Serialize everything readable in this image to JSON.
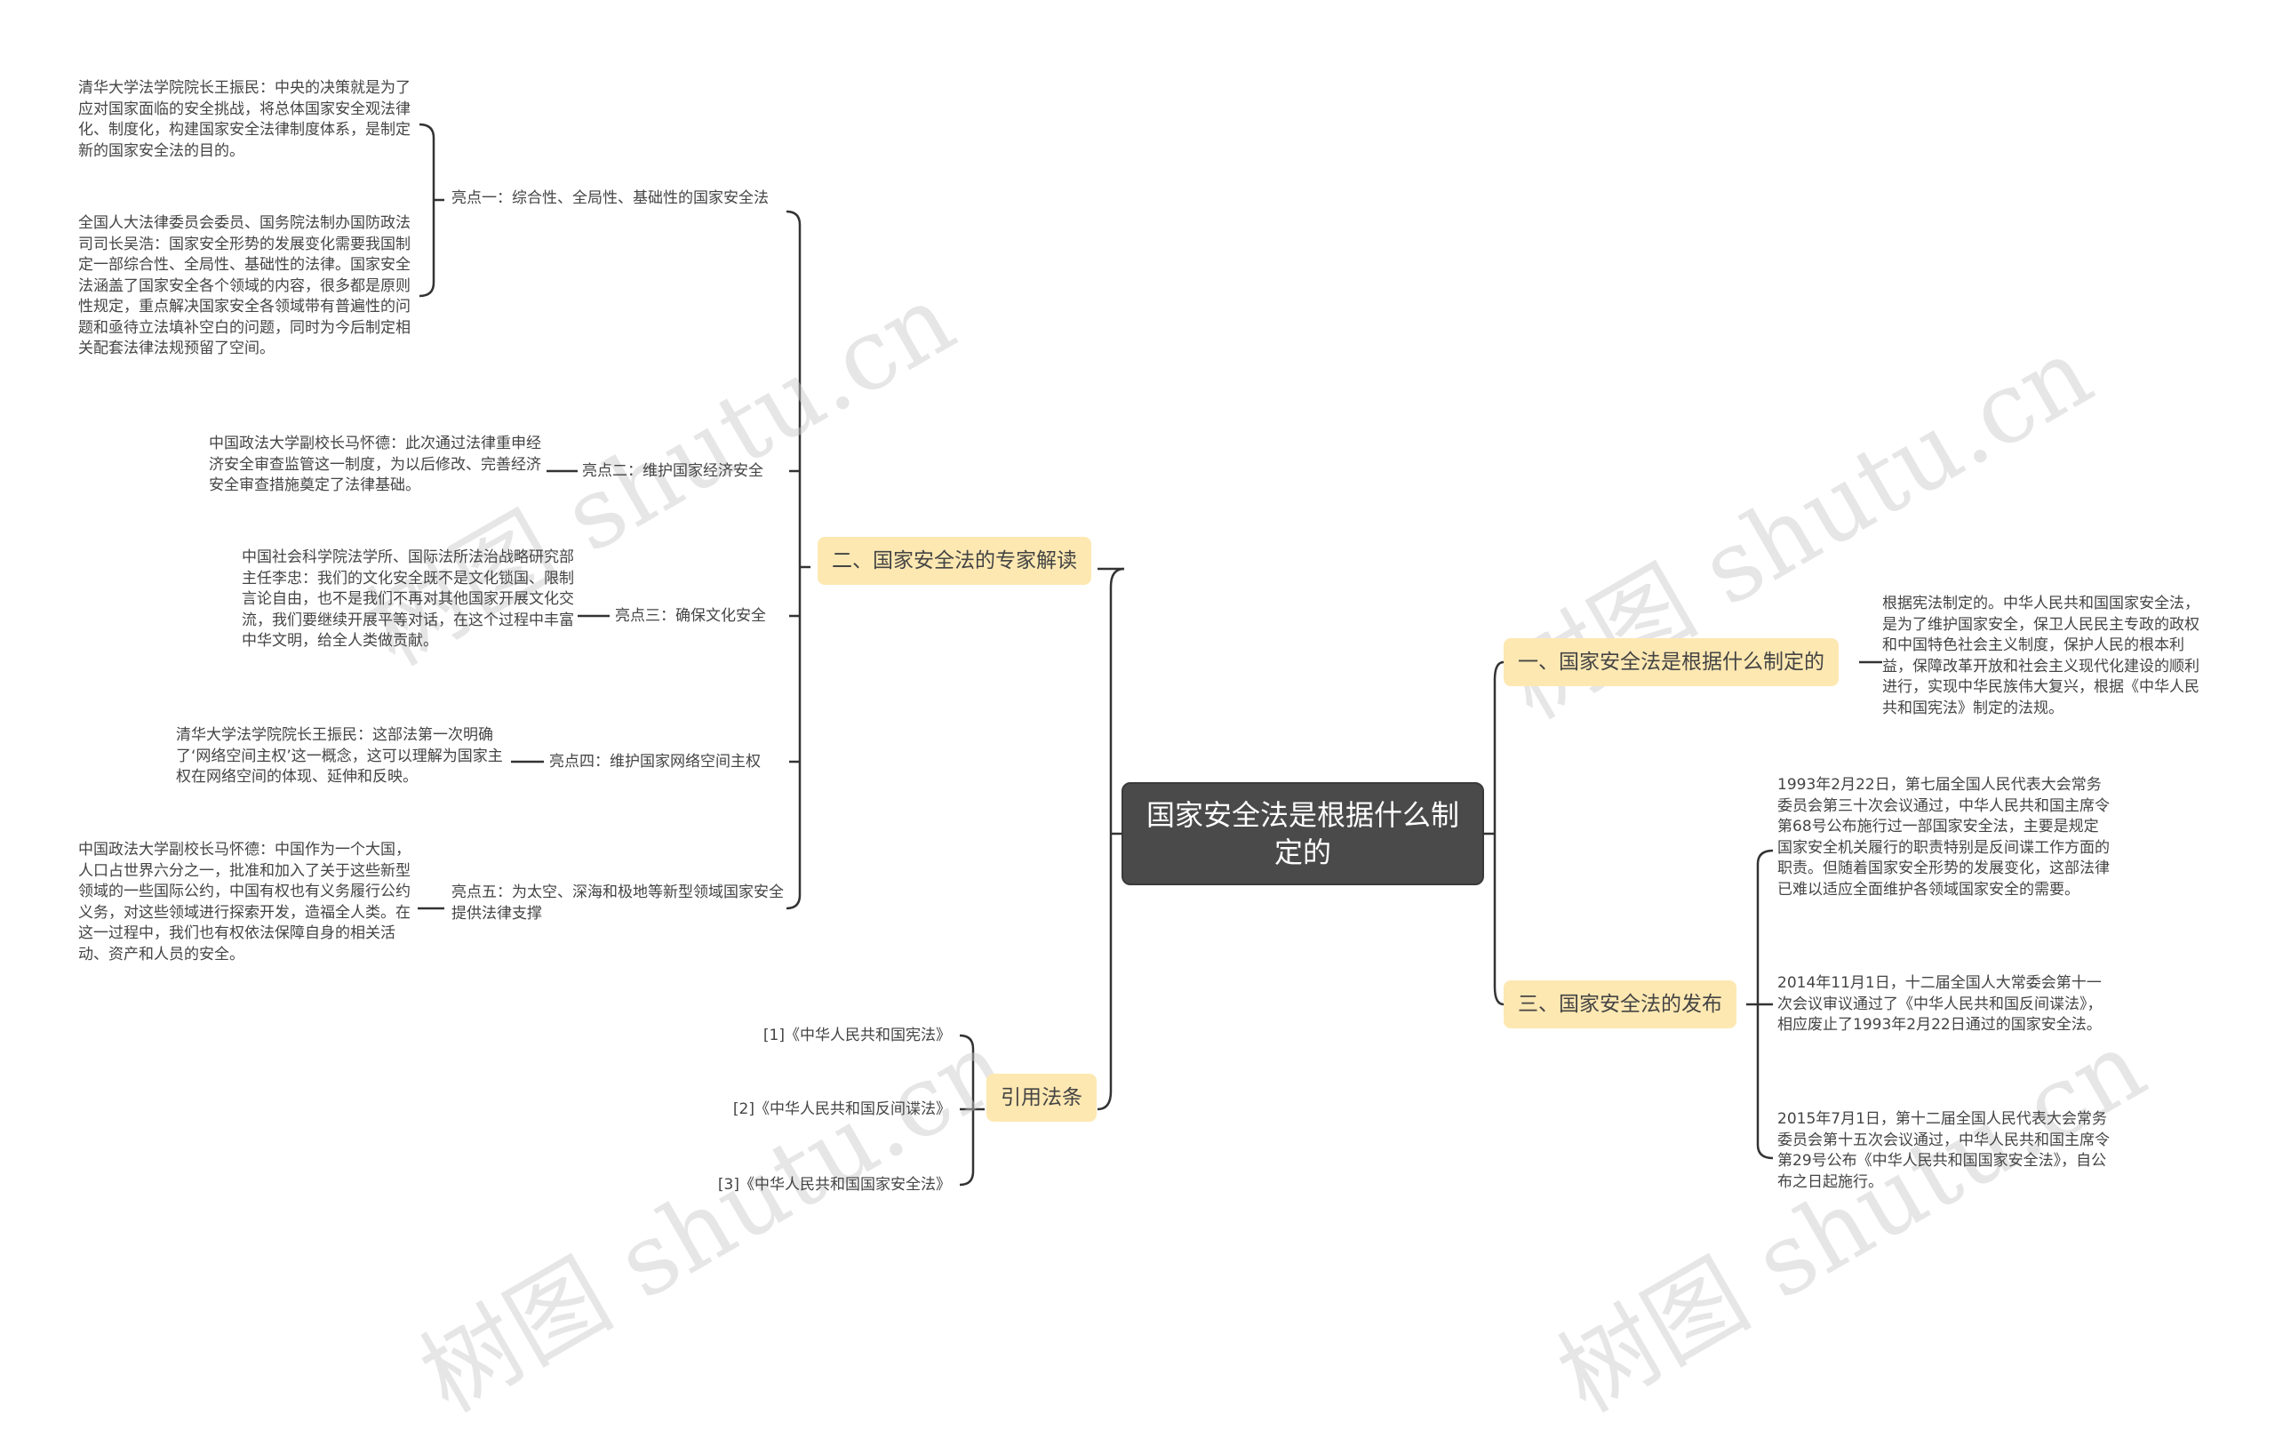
{
  "root": {
    "title": "国家安全法是根据什么制定的"
  },
  "left": {
    "expert": {
      "label": "二、国家安全法的专家解读",
      "points": [
        {
          "label": "亮点一：综合性、全局性、基础性的国家安全法",
          "notes": [
            "清华大学法学院院长王振民：中央的决策就是为了应对国家面临的安全挑战，将总体国家安全观法律化、制度化，构建国家安全法律制度体系，是制定新的国家安全法的目的。",
            "全国人大法律委员会委员、国务院法制办国防政法司司长吴浩：国家安全形势的发展变化需要我国制定一部综合性、全局性、基础性的法律。国家安全法涵盖了国家安全各个领域的内容，很多都是原则性规定，重点解决国家安全各领域带有普遍性的问题和亟待立法填补空白的问题，同时为今后制定相关配套法律法规预留了空间。"
          ]
        },
        {
          "label": "亮点二：维护国家经济安全",
          "notes": [
            "中国政法大学副校长马怀德：此次通过法律重申经济安全审查监管这一制度，为以后修改、完善经济安全审查措施奠定了法律基础。"
          ]
        },
        {
          "label": "亮点三：确保文化安全",
          "notes": [
            "中国社会科学院法学所、国际法所法治战略研究部主任李忠：我们的文化安全既不是文化锁国、限制言论自由，也不是我们不再对其他国家开展文化交流，我们要继续开展平等对话，在这个过程中丰富中华文明，给全人类做贡献。"
          ]
        },
        {
          "label": "亮点四：维护国家网络空间主权",
          "notes": [
            "清华大学法学院院长王振民：这部法第一次明确了‘网络空间主权’这一概念，这可以理解为国家主权在网络空间的体现、延伸和反映。"
          ]
        },
        {
          "label": "亮点五：为太空、深海和极地等新型领域国家安全提供法律支撑",
          "notes": [
            "中国政法大学副校长马怀德：中国作为一个大国，人口占世界六分之一，批准和加入了关于这些新型领域的一些国际公约，中国有权也有义务履行公约义务，对这些领域进行探索开发，造福全人类。在这一过程中，我们也有权依法保障自身的相关活动、资产和人员的安全。"
          ]
        }
      ]
    },
    "refs": {
      "label": "引用法条",
      "items": [
        "[1]《中华人民共和国宪法》",
        "[2]《中华人民共和国反间谍法》",
        "[3]《中华人民共和国国家安全法》"
      ]
    }
  },
  "right": {
    "basis": {
      "label": "一、国家安全法是根据什么制定的",
      "note": "根据宪法制定的。中华人民共和国国家安全法，是为了维护国家安全，保卫人民民主专政的政权和中国特色社会主义制度，保护人民的根本利益，保障改革开放和社会主义现代化建设的顺利进行，实现中华民族伟大复兴，根据《中华人民共和国宪法》制定的法规。"
    },
    "release": {
      "label": "三、国家安全法的发布",
      "items": [
        "1993年2月22日，第七届全国人民代表大会常务委员会第三十次会议通过，中华人民共和国主席令第68号公布施行过一部国家安全法，主要是规定国家安全机关履行的职责特别是反间谍工作方面的职责。但随着国家安全形势的发展变化，这部法律已难以适应全面维护各领域国家安全的需要。",
        "2014年11月1日，十二届全国人大常委会第十一次会议审议通过了《中华人民共和国反间谍法》，相应废止了1993年2月22日通过的国家安全法。",
        "2015年7月1日，第十二届全国人民代表大会常务委员会第十五次会议通过，中华人民共和国主席令第29号公布《中华人民共和国国家安全法》，自公布之日起施行。"
      ]
    }
  },
  "watermark": "树图 shutu.cn",
  "colors": {
    "root_bg": "#4a4a4a",
    "branch_bg": "#fde8b2",
    "line": "#333333"
  }
}
